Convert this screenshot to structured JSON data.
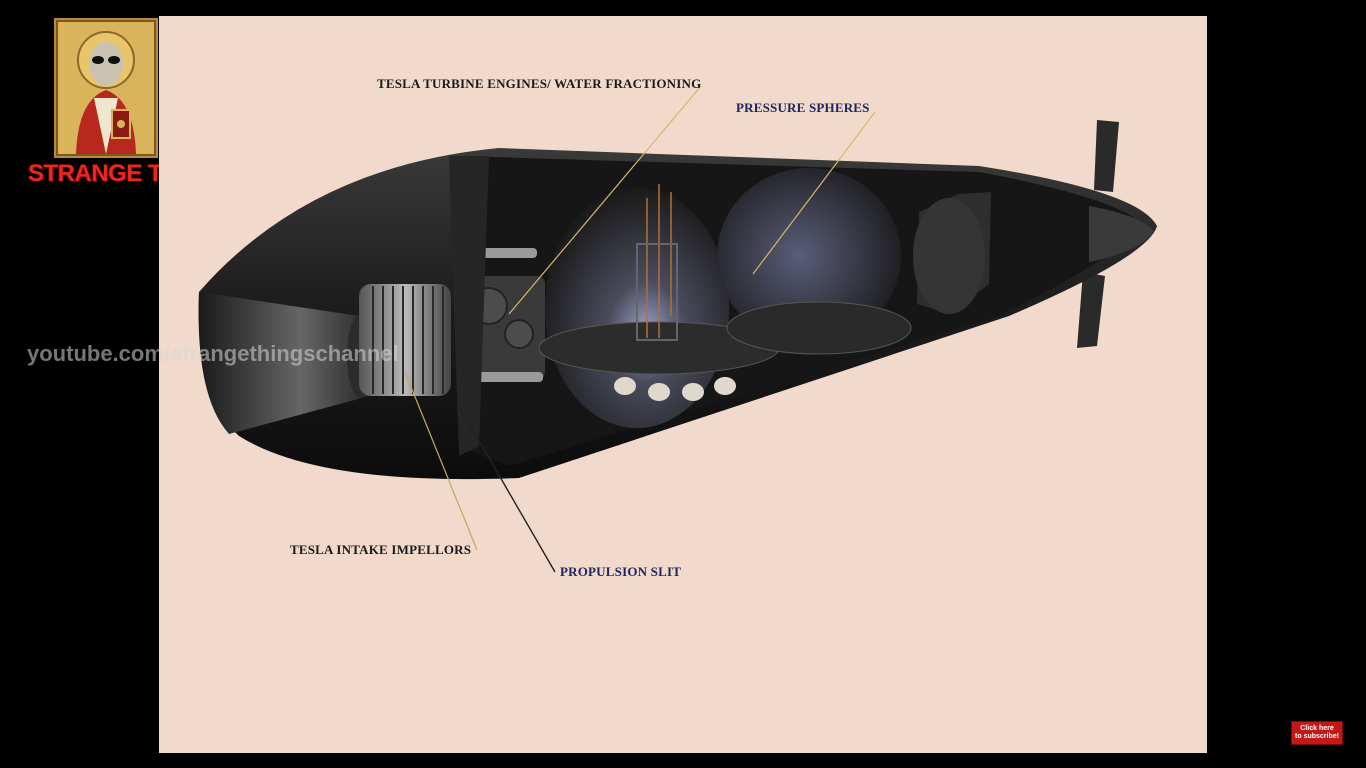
{
  "channel": {
    "brand": "STRANGE THINGS",
    "watermark": "youtube.com/strangethingschannel",
    "logo_icon": "alien-icon-portrait",
    "brand_color": "#e8281e"
  },
  "slide": {
    "background": "#f1d9cb",
    "labels": {
      "turbine": "TESLA TURBINE ENGINES/ WATER FRACTIONING",
      "spheres": "PRESSURE SPHERES",
      "impellors": "TESLA INTAKE IMPELLORS",
      "slit": "PROPULSION SLIT"
    }
  },
  "subscribe": {
    "line1": "Click here",
    "line2": "to subscribe!"
  }
}
